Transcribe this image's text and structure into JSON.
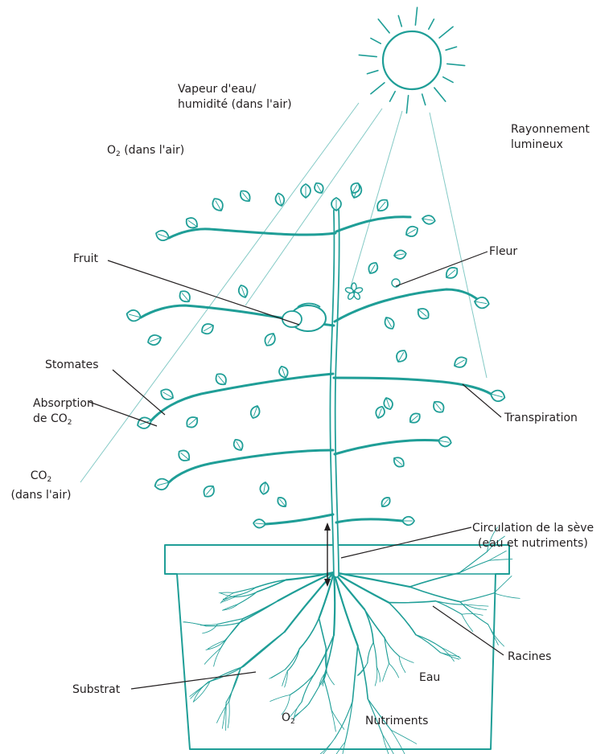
{
  "colors": {
    "ink": "#1f9e97",
    "leader": "#231f20",
    "text": "#231f20",
    "background": "#ffffff"
  },
  "labels": {
    "vapour_line1": "Vapeur d'eau/",
    "vapour_line2": "humidité (dans l'air)",
    "o2_air_prefix": "O",
    "o2_air_sub": "2",
    "o2_air_suffix": " (dans l'air)",
    "light_line1": "Rayonnement",
    "light_line2": "lumineux",
    "fruit": "Fruit",
    "flower": "Fleur",
    "stomata": "Stomates",
    "absorption_line1": "Absorption",
    "absorption_line2_prefix": "de CO",
    "absorption_line2_sub": "2",
    "co2_air_line1_prefix": "CO",
    "co2_air_line1_sub": "2",
    "co2_air_line2": "(dans l'air)",
    "transpiration": "Transpiration",
    "sap_line1": "Circulation de la sève",
    "sap_line2": "(eau et nutriments)",
    "roots": "Racines",
    "substrate": "Substrat",
    "water": "Eau",
    "o2_soil_prefix": "O",
    "o2_soil_sub": "2",
    "nutrients": "Nutriments"
  }
}
